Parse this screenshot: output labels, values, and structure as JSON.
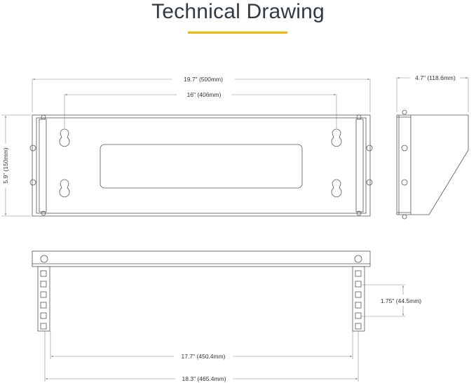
{
  "title": "Technical Drawing",
  "colors": {
    "accent": "#f2b705",
    "line": "#555555",
    "dim": "#888888"
  },
  "dimensions": {
    "overall_width": "19.7\" (500mm)",
    "hole_spacing": "16\" (406mm)",
    "height": "5.9\" (150mm)",
    "depth": "4.7\" (118.6mm)",
    "rack_unit": "1.75\" (44.5mm)",
    "inner_width": "17.7\" (450.4mm)",
    "outer_width": "18.3\" (465.4mm)"
  }
}
